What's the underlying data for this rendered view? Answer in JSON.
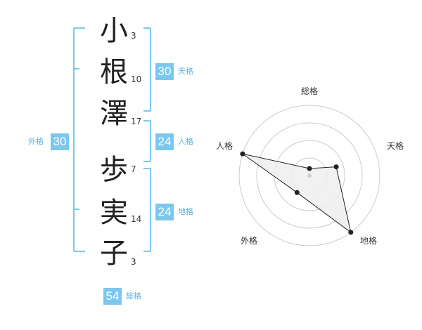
{
  "colors": {
    "accent": "#7cc7ee",
    "label_text": "#5ab2e3",
    "radar_fill": "#eeeeee"
  },
  "name": {
    "chars": [
      {
        "char": "小",
        "strokes": "3"
      },
      {
        "char": "根",
        "strokes": "10"
      },
      {
        "char": "澤",
        "strokes": "17"
      },
      {
        "char": "歩",
        "strokes": "7"
      },
      {
        "char": "実",
        "strokes": "14"
      },
      {
        "char": "子",
        "strokes": "3"
      }
    ]
  },
  "scores": {
    "tenkaku": {
      "value": "30",
      "label": "天格"
    },
    "jinkaku": {
      "value": "24",
      "label": "人格"
    },
    "chikaku": {
      "value": "24",
      "label": "地格"
    },
    "gaikaku": {
      "value": "30",
      "label": "外格"
    },
    "soukaku": {
      "value": "54",
      "label": "総格"
    }
  },
  "chart_data": {
    "type": "radar",
    "axes": [
      "総格",
      "天格",
      "地格",
      "外格",
      "人格"
    ],
    "levels": 4,
    "values": [
      0.1,
      0.4,
      1.0,
      0.3,
      1.0
    ],
    "max": 1.0
  }
}
